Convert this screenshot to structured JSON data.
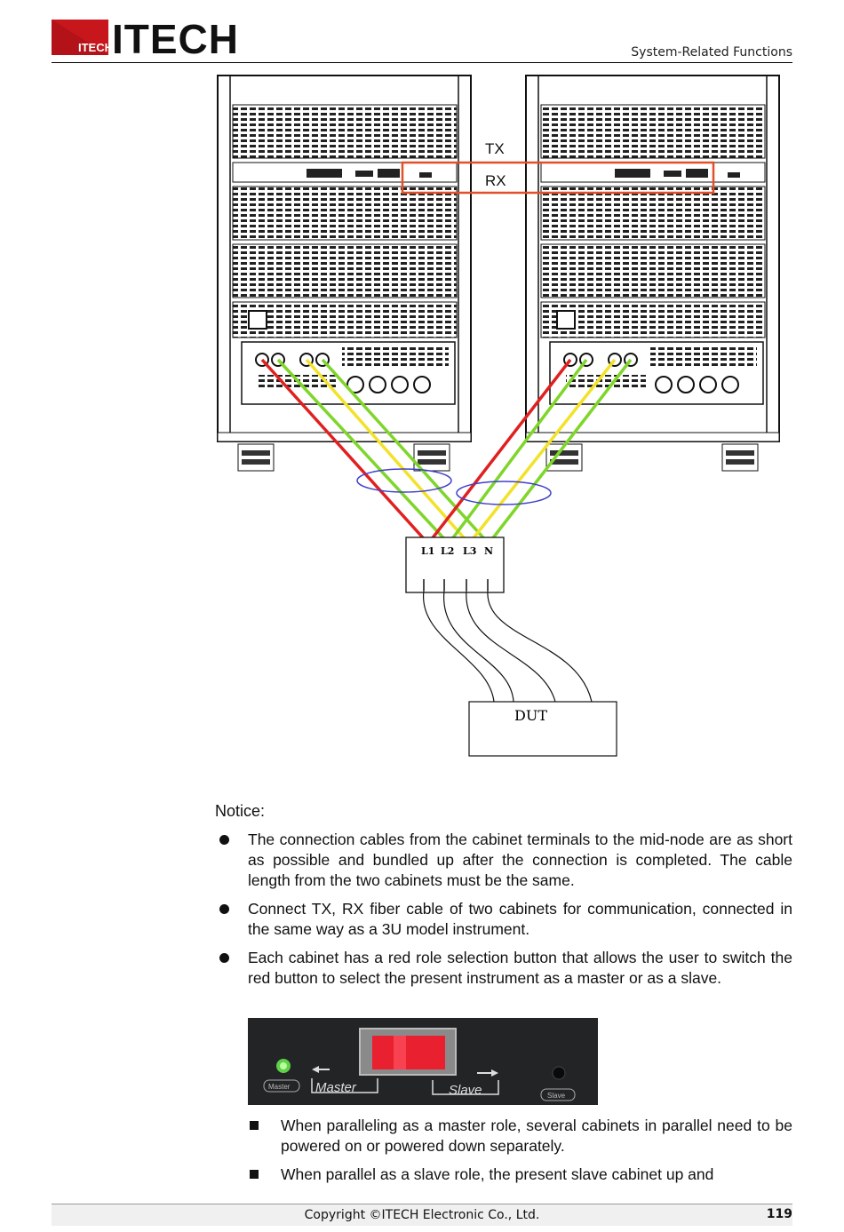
{
  "header": {
    "brand": "ITECH",
    "brand_small": "ITECH",
    "section_title": "System-Related Functions"
  },
  "diagram": {
    "tx_label": "TX",
    "rx_label": "RX",
    "terminal_labels": [
      "L1",
      "L2",
      "L3",
      "N"
    ],
    "dut_label": "DUT",
    "wire_colors": {
      "L1": "#e02020",
      "L2": "#7fd62a",
      "L3": "#f2e22a",
      "N": "#7fd62a",
      "fiber": "#e0502a",
      "bundle": "#4040cc"
    }
  },
  "content": {
    "notice_title": "Notice:",
    "bullets": [
      "The connection cables from the cabinet terminals to the mid-node are as short as possible and bundled up after the connection is completed. The cable length from the two cabinets must be the same.",
      "Connect TX, RX fiber cable of two cabinets for communication, connected in the same way as a 3U model instrument.",
      "Each cabinet has a red role selection button that allows the user to switch the red button to select the present instrument as a master or as a slave."
    ],
    "photo": {
      "master_label": "Master",
      "slave_label": "Slave",
      "master_led_label": "Master",
      "slave_led_label": "Slave"
    },
    "sub_bullets": [
      "When paralleling as a master role, several cabinets in parallel need to be powered on or powered down separately.",
      "When parallel as a slave role, the present slave cabinet up and"
    ]
  },
  "footer": {
    "copyright": "Copyright ©ITECH Electronic Co., Ltd.",
    "page_number": "119"
  }
}
